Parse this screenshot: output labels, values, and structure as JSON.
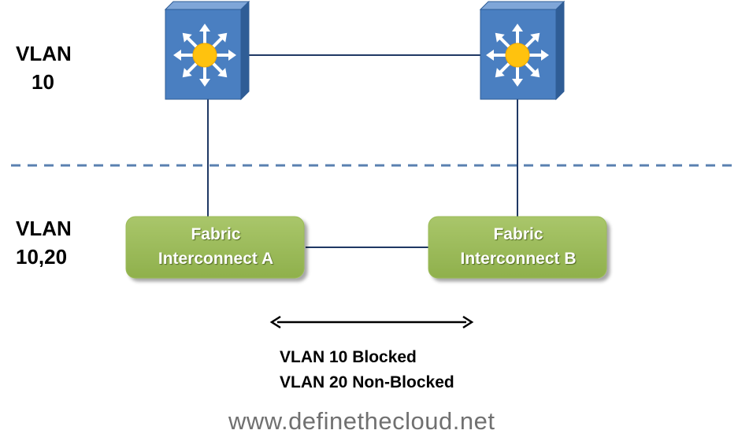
{
  "regions": {
    "top": {
      "vlan_label_line1": "VLAN",
      "vlan_label_line2": "10"
    },
    "bottom": {
      "vlan_label_line1": "VLAN",
      "vlan_label_line2": "10,20"
    }
  },
  "nodes": {
    "switch_left": {
      "icon": "multilayer-switch-icon"
    },
    "switch_right": {
      "icon": "multilayer-switch-icon"
    },
    "fabric_interconnect_a": {
      "line1": "Fabric",
      "line2": "Interconnect A"
    },
    "fabric_interconnect_b": {
      "line1": "Fabric",
      "line2": "Interconnect B"
    }
  },
  "link_status": {
    "line1": "VLAN 10 Blocked",
    "line2": "VLAN 20 Non-Blocked"
  },
  "watermark": "www.definethecloud.net",
  "colors": {
    "switch_face": "#4a7fc1",
    "switch_dark": "#2f5d96",
    "switch_center": "#ffc20e",
    "fabric_fill": "#9bbb59",
    "fabric_dark": "#76923c",
    "divider": "#5a80b0",
    "link": "#1f3864"
  }
}
